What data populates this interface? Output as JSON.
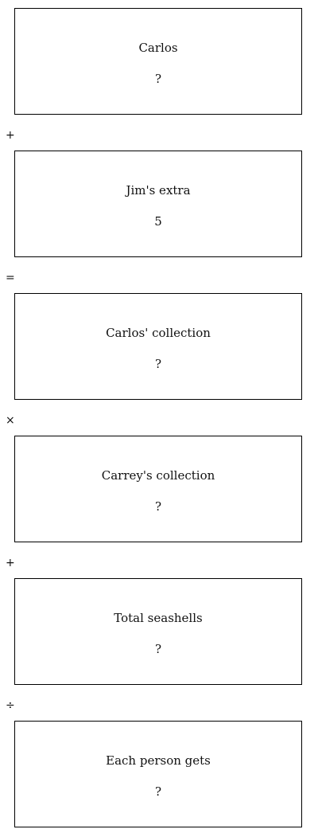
{
  "boxes": [
    {
      "label": "Carlos",
      "value": "?"
    },
    {
      "label": "Jim's extra",
      "value": "5"
    },
    {
      "label": "Carlos' collection",
      "value": "?"
    },
    {
      "label": "Carrey's collection",
      "value": "?"
    },
    {
      "label": "Total seashells",
      "value": "?"
    },
    {
      "label": "Each person gets",
      "value": "?"
    }
  ],
  "operators": [
    "+",
    "=",
    "×",
    "+",
    "÷"
  ]
}
